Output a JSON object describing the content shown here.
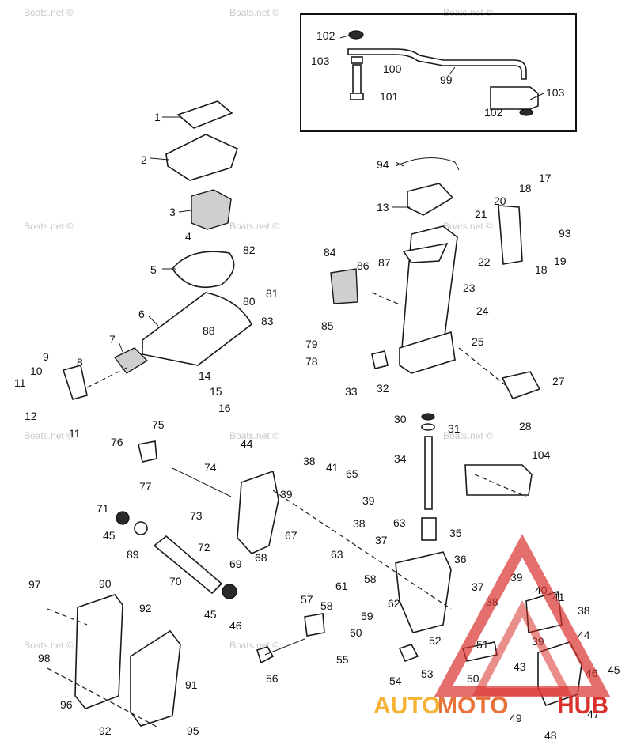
{
  "watermark": "Boats.net ©",
  "logo": {
    "part1": "AUTO",
    "part2": "MOTO",
    "part3": "HUB",
    "color1": "#f5b335",
    "color2": "#e8733a",
    "color3": "#d9322d"
  },
  "callouts": {
    "c1": "1",
    "c2": "2",
    "c3": "3",
    "c4": "4",
    "c5": "5",
    "c6": "6",
    "c7": "7",
    "c8": "8",
    "c9": "9",
    "c10": "10",
    "c11a": "11",
    "c11b": "11",
    "c12": "12",
    "c13": "13",
    "c14": "14",
    "c15": "15",
    "c16": "16",
    "c17": "17",
    "c18a": "18",
    "c18b": "18",
    "c19": "19",
    "c20": "20",
    "c21": "21",
    "c22": "22",
    "c23": "23",
    "c24": "24",
    "c25": "25",
    "c27": "27",
    "c28": "28",
    "c30": "30",
    "c31": "31",
    "c32": "32",
    "c33": "33",
    "c34": "34",
    "c35": "35",
    "c36": "36",
    "c37a": "37",
    "c37b": "37",
    "c38a": "38",
    "c38b": "38",
    "c38c": "38",
    "c38d": "38",
    "c39a": "39",
    "c39b": "39",
    "c39c": "39",
    "c39d": "39",
    "c40": "40",
    "c41a": "41",
    "c41b": "41",
    "c43": "43",
    "c44a": "44",
    "c44b": "44",
    "c45a": "45",
    "c45b": "45",
    "c45c": "45",
    "c46a": "46",
    "c46b": "46",
    "c47": "47",
    "c48": "48",
    "c49": "49",
    "c50": "50",
    "c51": "51",
    "c52": "52",
    "c53": "53",
    "c54": "54",
    "c55": "55",
    "c56": "56",
    "c57": "57",
    "c58a": "58",
    "c58b": "58",
    "c59": "59",
    "c60": "60",
    "c61": "61",
    "c62": "62",
    "c63a": "63",
    "c63b": "63",
    "c65": "65",
    "c67": "67",
    "c68": "68",
    "c69": "69",
    "c70": "70",
    "c71": "71",
    "c72": "72",
    "c73": "73",
    "c74": "74",
    "c75": "75",
    "c76": "76",
    "c77": "77",
    "c78": "78",
    "c79": "79",
    "c80": "80",
    "c81": "81",
    "c82": "82",
    "c83": "83",
    "c84": "84",
    "c85": "85",
    "c86": "86",
    "c87": "87",
    "c88": "88",
    "c89": "89",
    "c90": "90",
    "c91": "91",
    "c92a": "92",
    "c92b": "92",
    "c93": "93",
    "c94": "94",
    "c95": "95",
    "c96": "96",
    "c97": "97",
    "c98": "98",
    "c99": "99",
    "c100": "100",
    "c101": "101",
    "c102a": "102",
    "c102b": "102",
    "c103a": "103",
    "c103b": "103",
    "c104": "104"
  }
}
